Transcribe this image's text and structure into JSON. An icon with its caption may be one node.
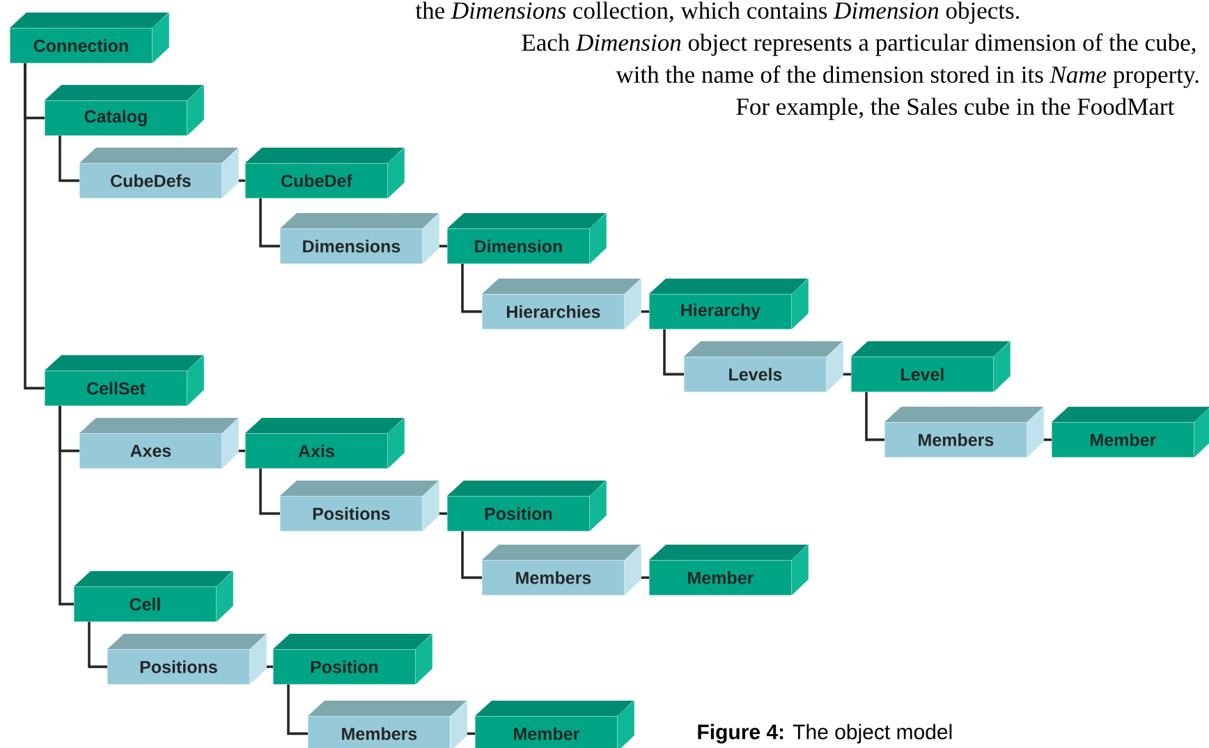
{
  "diagram": {
    "caption": "**Figure 4:** The object model",
    "nodes": [
      {
        "text": [
          "Connection"
        ]
      },
      {
        "text": [
          "Catalog"
        ]
      },
      {
        "text": [
          "CubeDefs"
        ]
      },
      {
        "text": [
          "CubeDef"
        ]
      },
      {
        "text": [
          "Dimensions"
        ]
      },
      {
        "text": [
          "Dimension"
        ]
      },
      {
        "text": [
          "Hierarchies"
        ]
      },
      {
        "text": [
          "Hierarchy"
        ]
      },
      {
        "text": [
          "Levels"
        ]
      },
      {
        "text": [
          "Level"
        ]
      },
      {
        "text": [
          "Members"
        ]
      },
      {
        "text": [
          "Member"
        ]
      },
      {
        "text": [
          "CellSet"
        ]
      },
      {
        "text": [
          "Axes"
        ]
      },
      {
        "text": [
          "Axis"
        ]
      },
      {
        "text": [
          "Positions"
        ]
      },
      {
        "text": [
          "Position"
        ]
      },
      {
        "text": [
          "Members"
        ]
      },
      {
        "text": [
          "Member"
        ]
      },
      {
        "text": [
          "Cell"
        ]
      },
      {
        "text": [
          "Positions"
        ]
      },
      {
        "text": [
          "Position"
        ]
      },
      {
        "text": [
          "Members"
        ]
      },
      {
        "text": [
          "Member"
        ]
      }
    ],
    "edges": [
      {
        "from": 0,
        "to": 1,
        "arrow": "none"
      },
      {
        "from": 0,
        "to": 12,
        "arrow": "none"
      },
      {
        "from": 1,
        "to": 2,
        "arrow": "none"
      },
      {
        "from": 2,
        "to": 3,
        "arrow": "none"
      },
      {
        "from": 3,
        "to": 4,
        "arrow": "none"
      },
      {
        "from": 4,
        "to": 5,
        "arrow": "none"
      },
      {
        "from": 5,
        "to": 6,
        "arrow": "none"
      },
      {
        "from": 6,
        "to": 7,
        "arrow": "none"
      },
      {
        "from": 7,
        "to": 8,
        "arrow": "none"
      },
      {
        "from": 8,
        "to": 9,
        "arrow": "none"
      },
      {
        "from": 9,
        "to": 10,
        "arrow": "none"
      },
      {
        "from": 10,
        "to": 11,
        "arrow": "none"
      },
      {
        "from": 12,
        "to": 13,
        "arrow": "none"
      },
      {
        "from": 12,
        "to": 19,
        "arrow": "none"
      },
      {
        "from": 13,
        "to": 14,
        "arrow": "none"
      },
      {
        "from": 14,
        "to": 15,
        "arrow": "none"
      },
      {
        "from": 15,
        "to": 16,
        "arrow": "none"
      },
      {
        "from": 16,
        "to": 17,
        "arrow": "none"
      },
      {
        "from": 17,
        "to": 18,
        "arrow": "none"
      },
      {
        "from": 19,
        "to": 20,
        "arrow": "none"
      },
      {
        "from": 20,
        "to": 21,
        "arrow": "none"
      },
      {
        "from": 21,
        "to": 22,
        "arrow": "none"
      },
      {
        "from": 22,
        "to": 23,
        "arrow": "none"
      }
    ],
    "labels": [
      "the *Dimensions* collection, which contains *Dimension* objects. Each *Dimension* object represents a particular dimension of the cube, with the name of the dimension stored in its *Name* property. For example, the Sales cube in the FoodMart"
    ]
  }
}
